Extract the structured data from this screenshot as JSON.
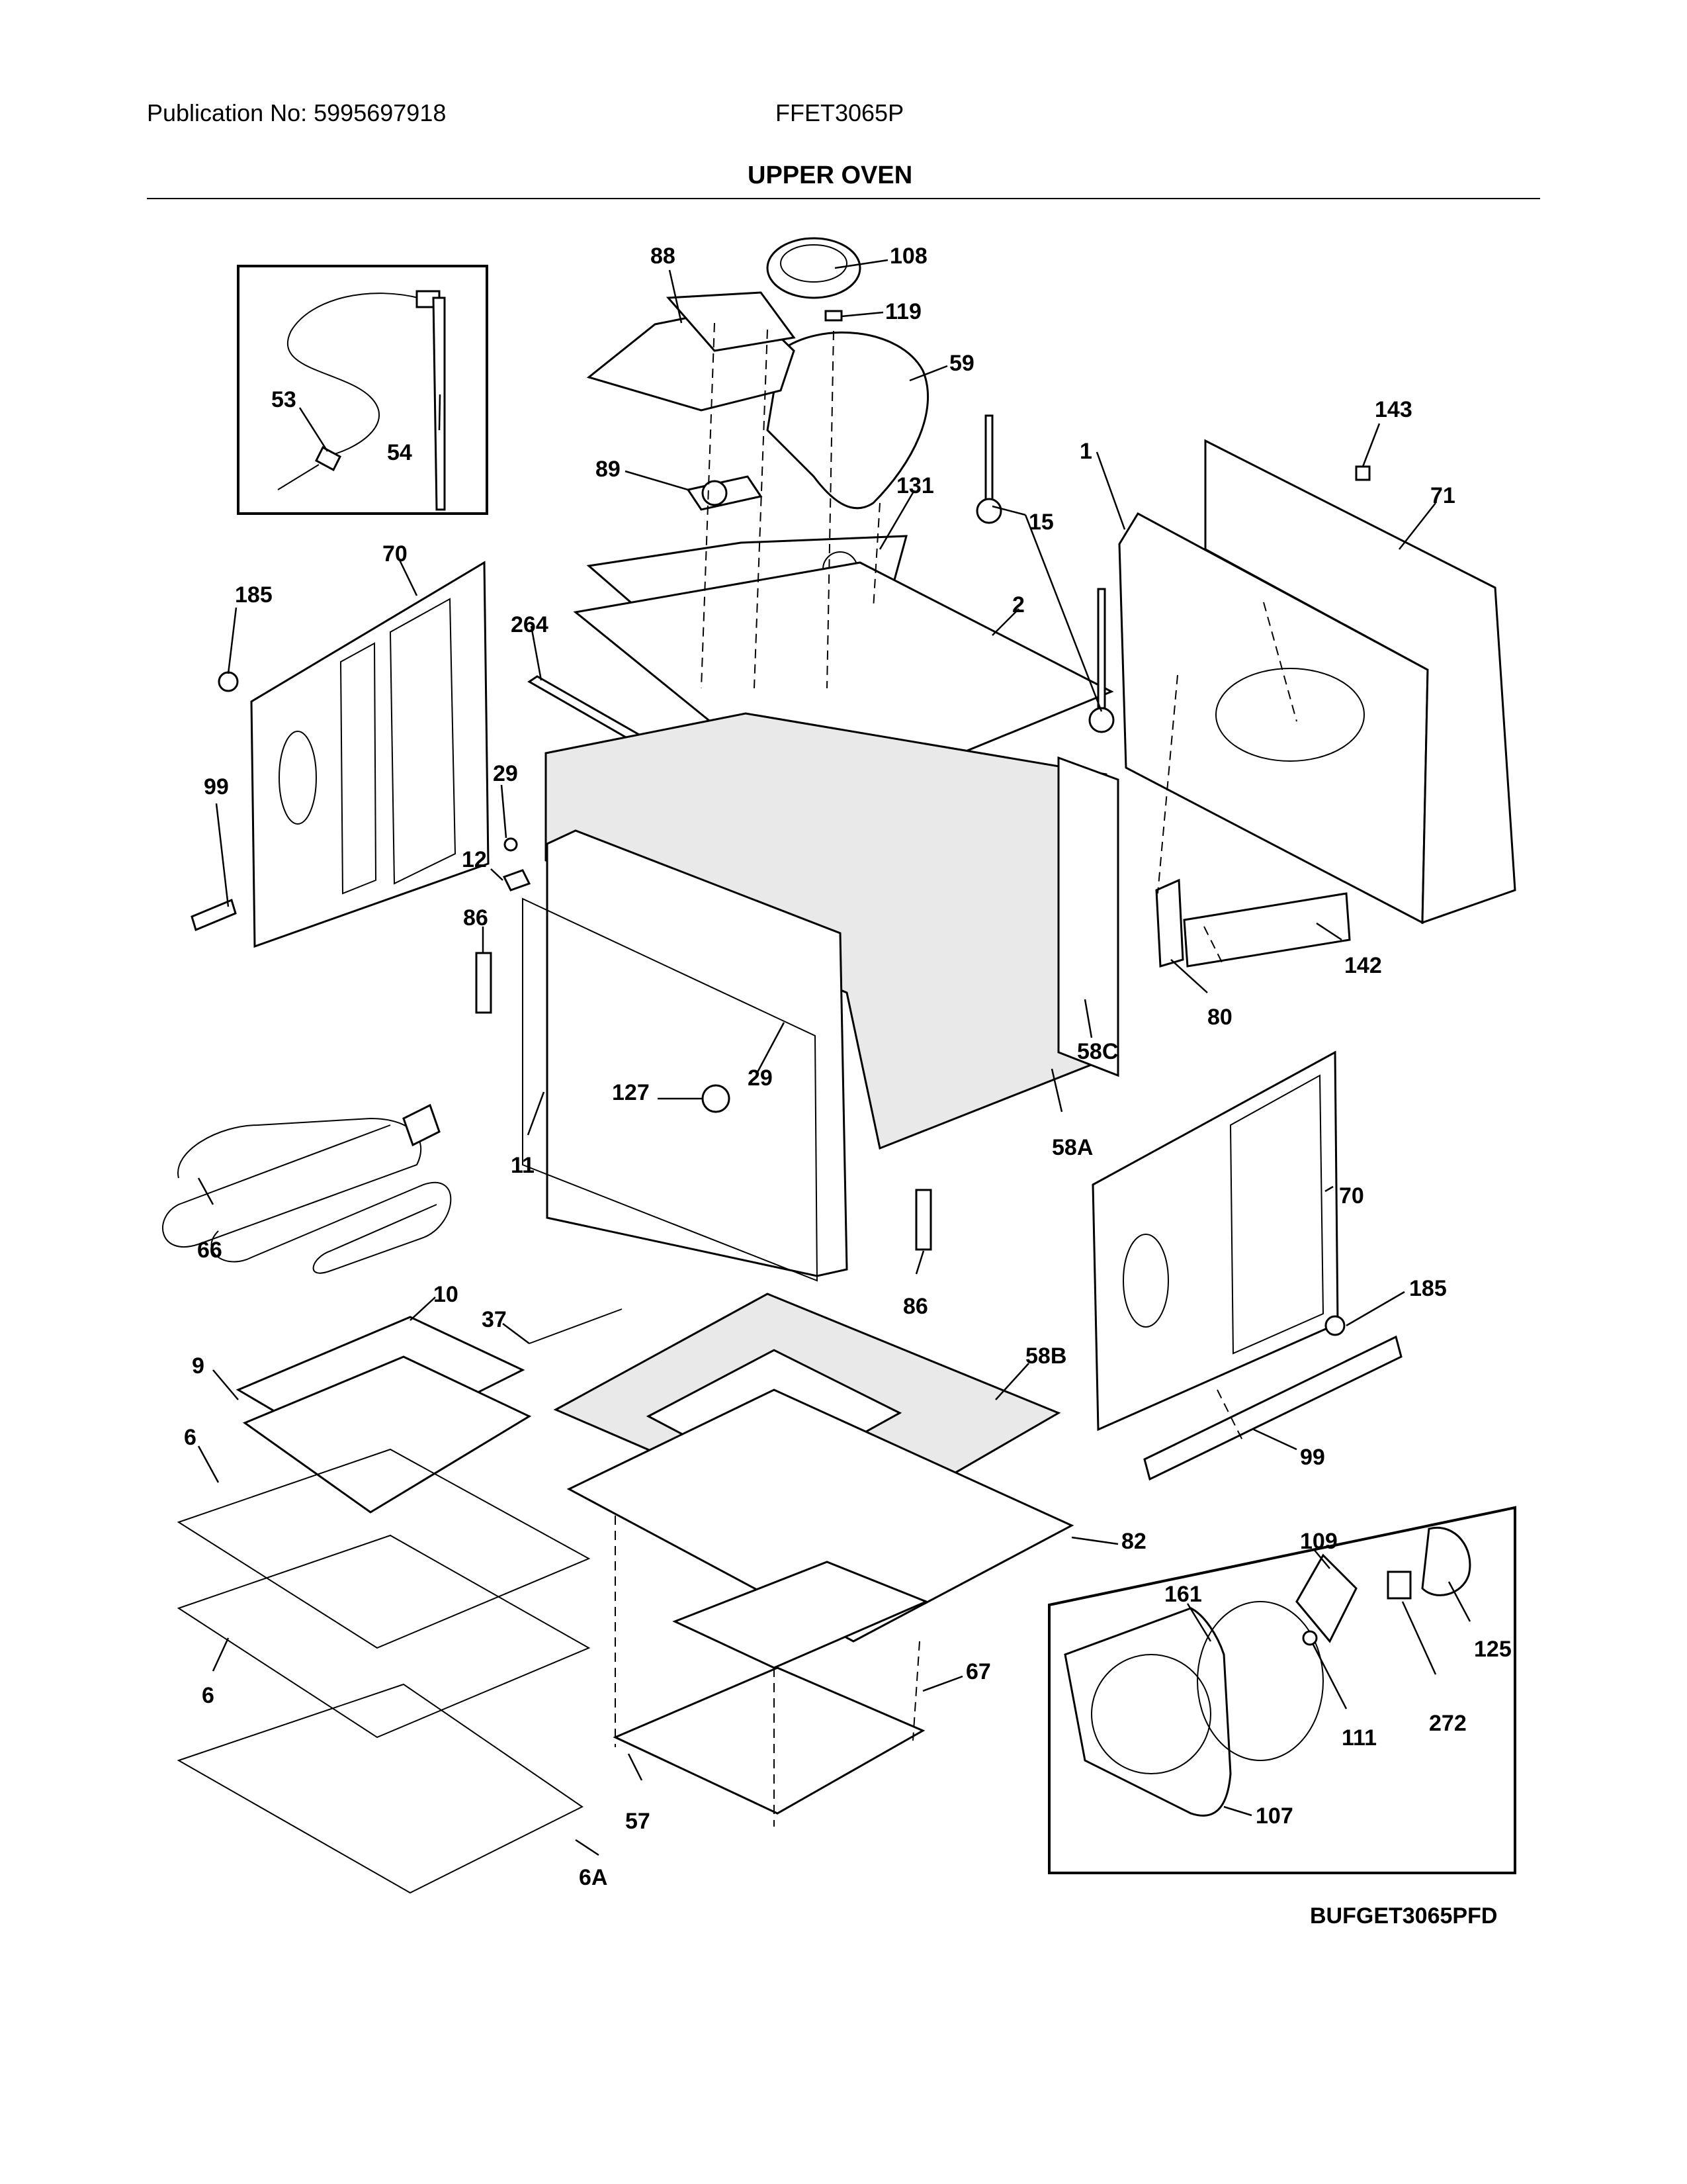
{
  "header": {
    "publication": "Publication No: 5995697918",
    "model": "FFET3065P",
    "title": "UPPER OVEN"
  },
  "diagram_code": "BUFGET3065PFD",
  "callouts": [
    "88",
    "108",
    "119",
    "59",
    "53",
    "54",
    "89",
    "131",
    "15",
    "1",
    "143",
    "71",
    "70",
    "185",
    "264",
    "2",
    "29",
    "99",
    "12",
    "86",
    "142",
    "80",
    "127",
    "29",
    "58C",
    "11",
    "58A",
    "66",
    "70",
    "86",
    "10",
    "37",
    "58B",
    "185",
    "9",
    "6",
    "99",
    "82",
    "109",
    "6",
    "161",
    "125",
    "67",
    "111",
    "272",
    "57",
    "107",
    "6A"
  ]
}
